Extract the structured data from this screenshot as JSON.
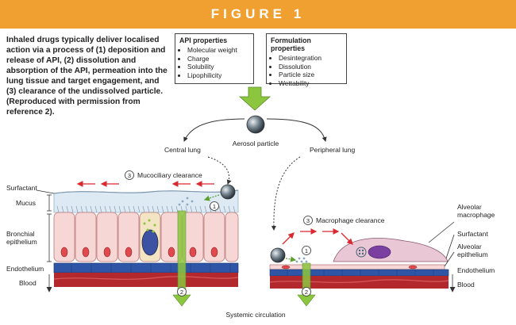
{
  "header": {
    "title": "FIGURE 1"
  },
  "caption": "Inhaled drugs typically deliver localised action via a process of (1) deposition and release of API, (2) dissolution and absorption of the API, permeation into the lung tissue and target engagement, and (3) clearance of the undissolved particle. (Reproduced with permission from reference 2).",
  "api_properties": {
    "title": "API properties",
    "items": [
      "Molecular weight",
      "Charge",
      "Solubility",
      "Lipophilicity"
    ]
  },
  "formulation_properties": {
    "title": "Formulation properties",
    "items": [
      "Desintegration",
      "Dissolution",
      "Particle size",
      "Wettability"
    ]
  },
  "labels": {
    "aerosol_particle": "Aerosol particle",
    "central_lung": "Central lung",
    "peripheral_lung": "Peripheral lung",
    "mucociliary_clearance": "Mucociliary clearance",
    "macrophage_clearance": "Macrophage clearance",
    "systemic_circulation": "Systemic circulation",
    "left_surfactant": "Surfactant",
    "mucus": "Mucus",
    "bronchial_epithelium": "Bronchial\nepithelium",
    "left_endothelium": "Endothelium",
    "left_blood": "Blood",
    "alveolar_macrophage": "Alveolar\nmacrophage",
    "right_surfactant": "Surfactant",
    "alveolar_epithelium": "Alveolar\nepithelium",
    "right_endothelium": "Endothelium",
    "right_blood": "Blood"
  },
  "steps": {
    "one": "1",
    "two": "2",
    "three": "3"
  },
  "colors": {
    "header": "#f0a030",
    "arrow_green": "#8cc63f",
    "clearance_arrow": "#d9282f",
    "blood": "#b3282d",
    "endothelium": "#2f56a6",
    "mucus": "#dde9f3",
    "cell": "#f6d7d5",
    "macrophage": "#e9c7d5"
  }
}
